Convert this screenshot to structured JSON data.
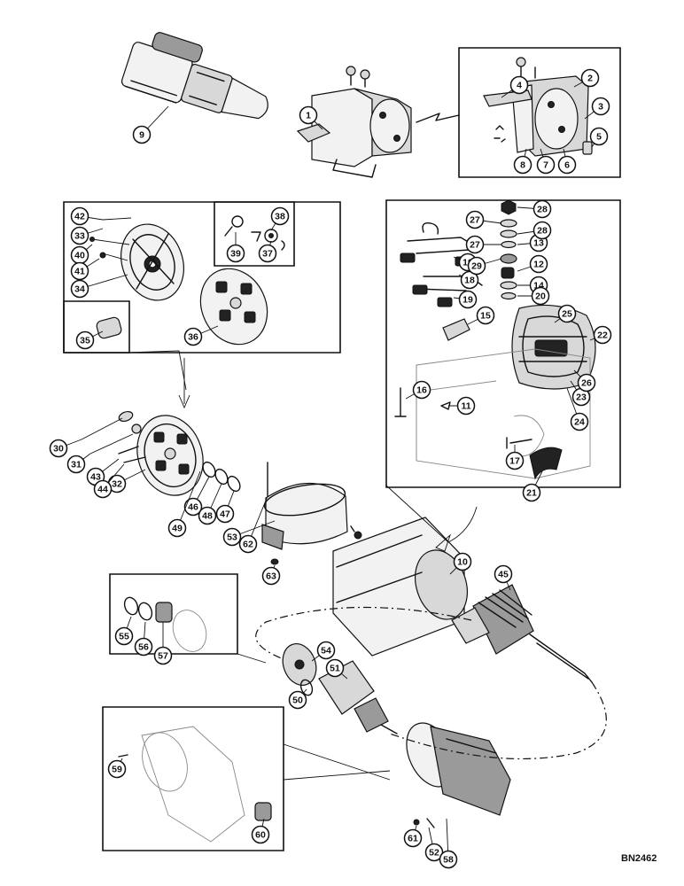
{
  "drawing_code": "BN2462",
  "callouts": [
    {
      "n": "1"
    },
    {
      "n": "2"
    },
    {
      "n": "3"
    },
    {
      "n": "4"
    },
    {
      "n": "5"
    },
    {
      "n": "6"
    },
    {
      "n": "7"
    },
    {
      "n": "8"
    },
    {
      "n": "9"
    },
    {
      "n": "10"
    },
    {
      "n": "11"
    },
    {
      "n": "12"
    },
    {
      "n": "13"
    },
    {
      "n": "14"
    },
    {
      "n": "15"
    },
    {
      "n": "16"
    },
    {
      "n": "17"
    },
    {
      "n": "18"
    },
    {
      "n": "19"
    },
    {
      "n": "19"
    },
    {
      "n": "20"
    },
    {
      "n": "21"
    },
    {
      "n": "22"
    },
    {
      "n": "23"
    },
    {
      "n": "24"
    },
    {
      "n": "25"
    },
    {
      "n": "26"
    },
    {
      "n": "27"
    },
    {
      "n": "27"
    },
    {
      "n": "28"
    },
    {
      "n": "28"
    },
    {
      "n": "29"
    },
    {
      "n": "30"
    },
    {
      "n": "31"
    },
    {
      "n": "32"
    },
    {
      "n": "33"
    },
    {
      "n": "34"
    },
    {
      "n": "35"
    },
    {
      "n": "36"
    },
    {
      "n": "37"
    },
    {
      "n": "38"
    },
    {
      "n": "39"
    },
    {
      "n": "40"
    },
    {
      "n": "41"
    },
    {
      "n": "42"
    },
    {
      "n": "43"
    },
    {
      "n": "44"
    },
    {
      "n": "45"
    },
    {
      "n": "46"
    },
    {
      "n": "47"
    },
    {
      "n": "48"
    },
    {
      "n": "49"
    },
    {
      "n": "50"
    },
    {
      "n": "51"
    },
    {
      "n": "52"
    },
    {
      "n": "53"
    },
    {
      "n": "54"
    },
    {
      "n": "55"
    },
    {
      "n": "56"
    },
    {
      "n": "57"
    },
    {
      "n": "58"
    },
    {
      "n": "59"
    },
    {
      "n": "60"
    },
    {
      "n": "61"
    },
    {
      "n": "62"
    },
    {
      "n": "63"
    }
  ]
}
